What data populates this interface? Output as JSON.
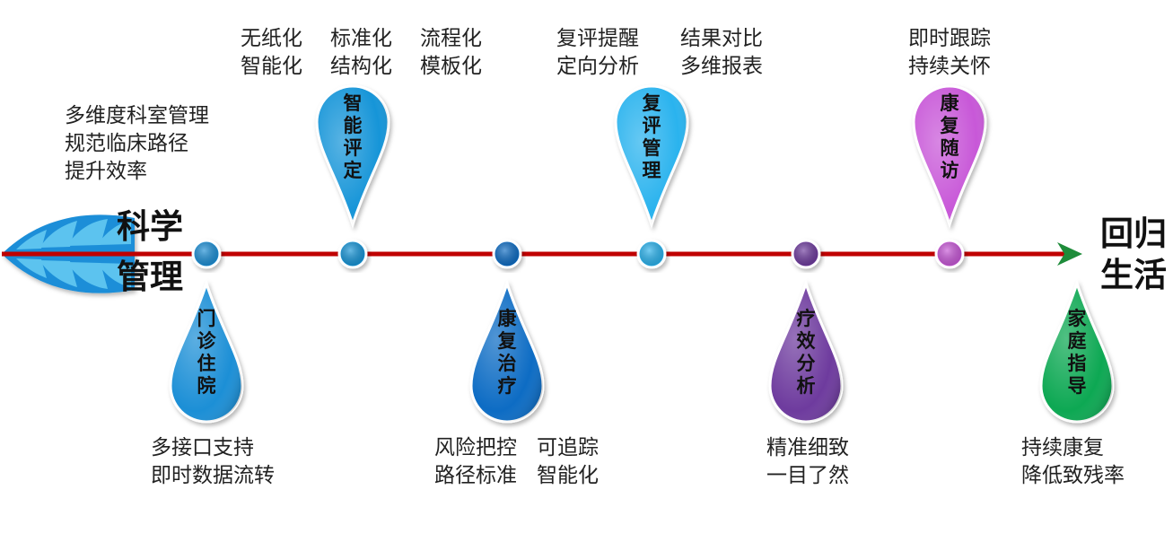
{
  "start_title": [
    "科学",
    "管理"
  ],
  "end_title": [
    "回归",
    "生活"
  ],
  "intro_text": [
    "多维度科室管理",
    "规范临床路径",
    "提升效率"
  ],
  "colors": {
    "line": "#c00000",
    "arrow": "#1e8c3a",
    "leaf": "#1a8ed8",
    "leaf_inner": "#5cc3ef"
  },
  "stages": [
    {
      "id": "menzhen",
      "label": "门诊住院",
      "chars": [
        "门",
        "诊",
        "住",
        "院"
      ],
      "position": "below",
      "color": "#1a8fd6",
      "notes": [
        [
          "多接口支持",
          "即时数据流转"
        ]
      ]
    },
    {
      "id": "pingding",
      "label": "智能评定",
      "chars": [
        "智",
        "能",
        "评",
        "定"
      ],
      "position": "above",
      "color": "#1795d8",
      "notes": [
        [
          "无纸化",
          "智能化"
        ],
        [
          "标准化",
          "结构化"
        ],
        [
          "流程化",
          "模板化"
        ]
      ]
    },
    {
      "id": "zhiliao",
      "label": "康复治疗",
      "chars": [
        "康",
        "复",
        "治",
        "疗"
      ],
      "position": "below",
      "color": "#0b6cc4",
      "notes": [
        [
          "风险把控",
          "路径标准"
        ],
        [
          "可追踪",
          "智能化"
        ]
      ]
    },
    {
      "id": "fuping",
      "label": "复评管理",
      "chars": [
        "复",
        "评",
        "管",
        "理"
      ],
      "position": "above",
      "color": "#2ab3ee",
      "notes": [
        [
          "复评提醒",
          "定向分析"
        ],
        [
          "结果对比",
          "多维报表"
        ]
      ]
    },
    {
      "id": "liaoxiao",
      "label": "疗效分析",
      "chars": [
        "疗",
        "效",
        "分",
        "析"
      ],
      "position": "below",
      "color": "#6e3a9e",
      "notes": [
        [
          "精准细致",
          "一目了然"
        ]
      ]
    },
    {
      "id": "suifang",
      "label": "康复随访",
      "chars": [
        "康",
        "复",
        "随",
        "访"
      ],
      "position": "above",
      "color": "#c858d8",
      "notes": [
        [
          "即时跟踪",
          "持续关怀"
        ]
      ]
    },
    {
      "id": "jiating",
      "label": "家庭指导",
      "chars": [
        "家",
        "庭",
        "指",
        "导"
      ],
      "position": "below",
      "color": "#0ca852",
      "notes": [
        [
          "持续康复",
          "降低致残率"
        ]
      ]
    }
  ]
}
